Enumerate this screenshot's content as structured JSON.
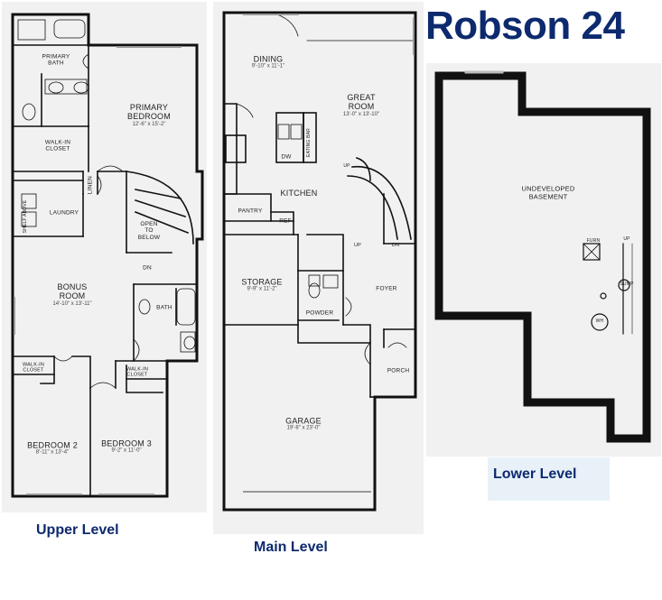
{
  "title": "Robson 24",
  "levels": {
    "upper": "Upper Level",
    "main": "Main Level",
    "lower": "Lower Level"
  },
  "colors": {
    "title": "#0d2a6e",
    "wall": "#111111",
    "pane": "#f1f1f1",
    "lower_label_bg": "#e8f1f8"
  },
  "rooms": {
    "upper": {
      "primary_bath": {
        "name": "PRIMARY\nBATH",
        "dims": ""
      },
      "primary_bedroom": {
        "name": "PRIMARY\nBEDROOM",
        "dims": "12'-6\" x 15'-2\""
      },
      "walkin_closet": {
        "name": "WALK-IN\nCLOSET",
        "dims": ""
      },
      "linen": {
        "name": "LINEN",
        "dims": ""
      },
      "laundry": {
        "name": "LAUNDRY",
        "dims": ""
      },
      "shelf_above": {
        "name": "SHELF ABOVE",
        "dims": ""
      },
      "open_to_below": {
        "name": "OPEN\nTO\nBELOW",
        "dims": ""
      },
      "dn": {
        "name": "DN",
        "dims": ""
      },
      "bonus_room": {
        "name": "BONUS\nROOM",
        "dims": "14'-10\" x 13'-11\""
      },
      "bath": {
        "name": "BATH",
        "dims": ""
      },
      "walkin_closet_2": {
        "name": "WALK-IN\nCLOSET",
        "dims": ""
      },
      "walkin_closet_3": {
        "name": "WALK-IN\nCLOSET",
        "dims": ""
      },
      "bedroom_2": {
        "name": "BEDROOM 2",
        "dims": "8'-11\" x 13'-4\""
      },
      "bedroom_3": {
        "name": "BEDROOM 3",
        "dims": "9'-2\" x 11'-0\""
      }
    },
    "main": {
      "dining": {
        "name": "DINING",
        "dims": "9'-10\" x 11'-1\""
      },
      "great_room": {
        "name": "GREAT\nROOM",
        "dims": "13'-0\" x 13'-10\""
      },
      "eating_bar": {
        "name": "EATING BAR",
        "dims": ""
      },
      "dw": {
        "name": "DW",
        "dims": ""
      },
      "kitchen": {
        "name": "KITCHEN",
        "dims": ""
      },
      "pantry": {
        "name": "PANTRY",
        "dims": ""
      },
      "ref": {
        "name": "REF",
        "dims": ""
      },
      "up": {
        "name": "UP",
        "dims": ""
      },
      "up2": {
        "name": "UP",
        "dims": ""
      },
      "dn": {
        "name": "DN",
        "dims": ""
      },
      "storage": {
        "name": "STORAGE",
        "dims": "9'-9\" x 11'-2\""
      },
      "foyer": {
        "name": "FOYER",
        "dims": ""
      },
      "powder": {
        "name": "POWDER",
        "dims": ""
      },
      "porch": {
        "name": "PORCH",
        "dims": ""
      },
      "garage": {
        "name": "GARAGE",
        "dims": "19'-8\" x 23'-0\""
      }
    },
    "lower": {
      "basement": {
        "name": "UNDEVELOPED\nBASEMENT",
        "dims": ""
      },
      "furn": {
        "name": "FURN",
        "dims": ""
      },
      "up": {
        "name": "UP",
        "dims": ""
      },
      "sump": {
        "name": "SUMP",
        "dims": ""
      },
      "wh": {
        "name": "WH",
        "dims": ""
      }
    }
  }
}
